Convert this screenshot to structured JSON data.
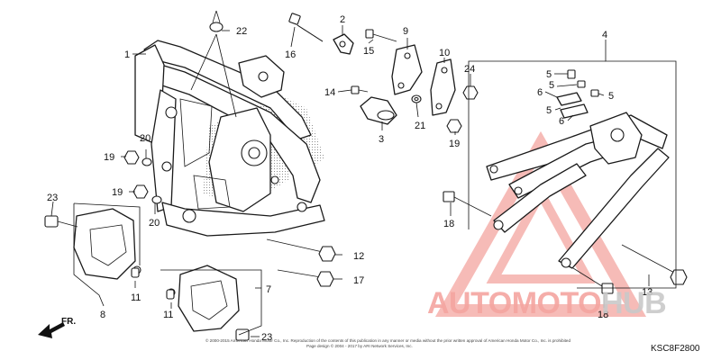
{
  "diagram": {
    "callouts": [
      "1",
      "2",
      "3",
      "4",
      "5",
      "5",
      "5",
      "5",
      "6",
      "6",
      "7",
      "8",
      "9",
      "10",
      "11",
      "11",
      "12",
      "13",
      "14",
      "15",
      "16",
      "17",
      "18",
      "18",
      "19",
      "19",
      "19",
      "20",
      "20",
      "21",
      "22",
      "23",
      "23",
      "24"
    ],
    "direction_label": "FR.",
    "part_code": "KSC8F2800",
    "copyright_line1": "© 2000-2015 American Honda Motor Co., Inc. Reproduction of the contents of this publication in any manner or media without the prior written approval of American Honda Motor Co., Inc. is prohibited",
    "copyright_line2": "Page design © 2004 - 2017 by ARI Network Services, Inc."
  },
  "watermark": {
    "word_part1": "AUTOMOTO",
    "word_part2": "HUB",
    "color_primary": "#f4a5a0",
    "color_secondary": "#c9c9c9"
  }
}
